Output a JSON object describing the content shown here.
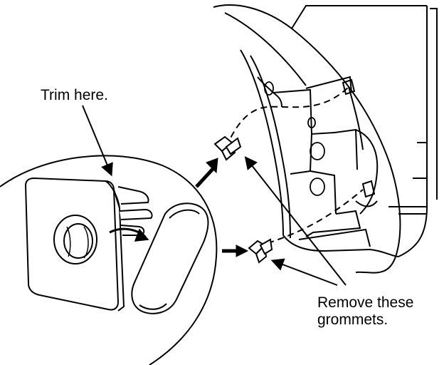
{
  "labels": {
    "trim": "Trim here.",
    "remove_line1": "Remove these",
    "remove_line2": "grommets."
  },
  "colors": {
    "ink": "#000000",
    "paper": "#ffffff",
    "hatch": "#333333"
  }
}
